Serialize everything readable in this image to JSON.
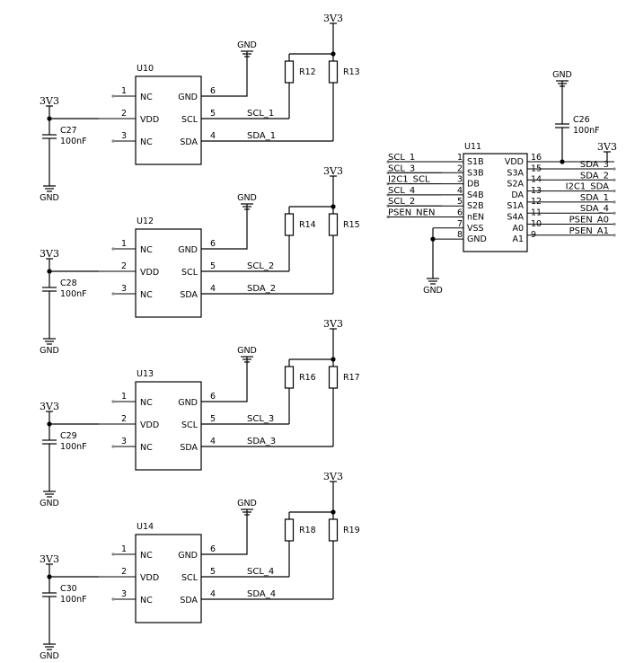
{
  "power": {
    "vcc": "3V3",
    "gnd": "GND"
  },
  "sensors": [
    {
      "ref": "U10",
      "cap": "C27",
      "cap_value": "100nF",
      "r_scl": "R12",
      "r_sda": "R13",
      "scl_net": "SCL_1",
      "sda_net": "SDA_1"
    },
    {
      "ref": "U12",
      "cap": "C28",
      "cap_value": "100nF",
      "r_scl": "R14",
      "r_sda": "R15",
      "scl_net": "SCL_2",
      "sda_net": "SDA_2"
    },
    {
      "ref": "U13",
      "cap": "C29",
      "cap_value": "100nF",
      "r_scl": "R16",
      "r_sda": "R17",
      "scl_net": "SCL_3",
      "sda_net": "SDA_3"
    },
    {
      "ref": "U14",
      "cap": "C30",
      "cap_value": "100nF",
      "r_scl": "R18",
      "r_sda": "R19",
      "scl_net": "SCL_4",
      "sda_net": "SDA_4"
    }
  ],
  "sensor_pins": [
    {
      "num": "1",
      "name": "NC"
    },
    {
      "num": "2",
      "name": "VDD"
    },
    {
      "num": "3",
      "name": "NC"
    },
    {
      "num": "6",
      "name": "GND"
    },
    {
      "num": "5",
      "name": "SCL"
    },
    {
      "num": "4",
      "name": "SDA"
    }
  ],
  "mux": {
    "ref": "U11",
    "cap": "C26",
    "cap_value": "100nF",
    "left_pins": [
      {
        "num": "1",
        "name": "S1B",
        "net": "SCL_1"
      },
      {
        "num": "2",
        "name": "S3B",
        "net": "SCL_3"
      },
      {
        "num": "3",
        "name": "DB",
        "net": "I2C1_SCL"
      },
      {
        "num": "4",
        "name": "S4B",
        "net": "SCL_4"
      },
      {
        "num": "5",
        "name": "S2B",
        "net": "SCL_2"
      },
      {
        "num": "6",
        "name": "nEN",
        "net": "PSEN_NEN"
      },
      {
        "num": "7",
        "name": "VSS",
        "net": ""
      },
      {
        "num": "8",
        "name": "GND",
        "net": ""
      }
    ],
    "right_pins": [
      {
        "num": "16",
        "name": "VDD",
        "net": "SDA_3"
      },
      {
        "num": "15",
        "name": "S3A",
        "net": "SDA_2"
      },
      {
        "num": "14",
        "name": "S2A",
        "net": "I2C1_SDA"
      },
      {
        "num": "13",
        "name": "DA",
        "net": "SDA_1"
      },
      {
        "num": "12",
        "name": "S1A",
        "net": "SDA_4"
      },
      {
        "num": "11",
        "name": "S4A",
        "net": "PSEN_A0"
      },
      {
        "num": "10",
        "name": "A0",
        "net": "PSEN_A1"
      },
      {
        "num": "9",
        "name": "A1",
        "net": ""
      }
    ]
  }
}
